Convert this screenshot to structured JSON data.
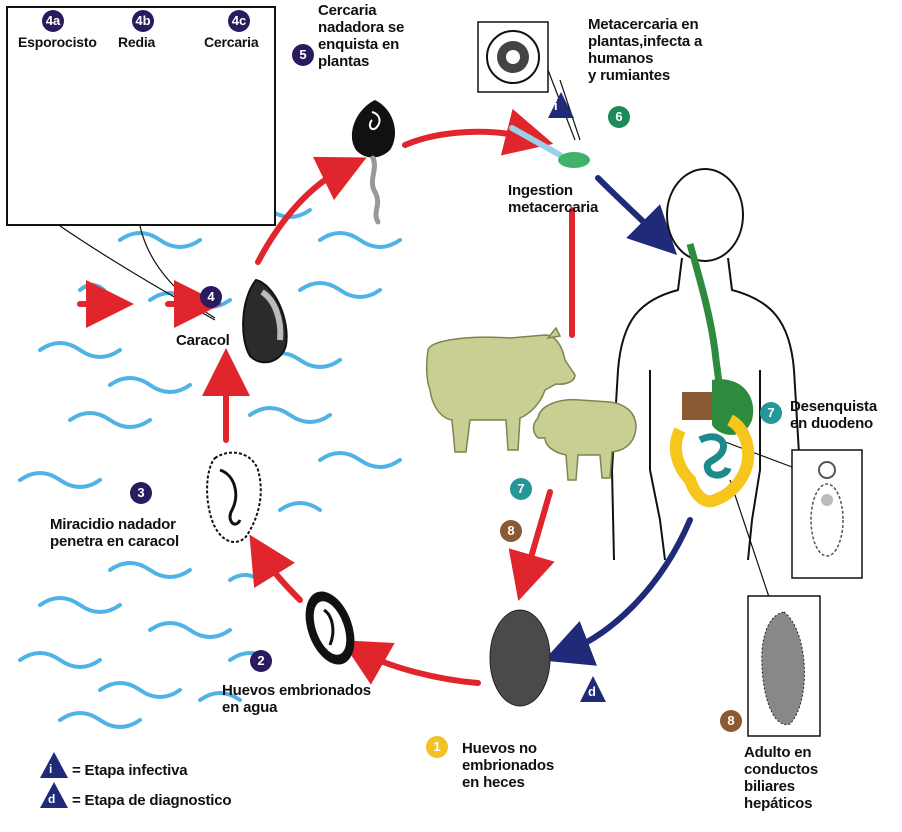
{
  "inset": {
    "stage_4a": {
      "badge": "4a",
      "label": "Esporocisto"
    },
    "stage_4b": {
      "badge": "4b",
      "label": "Redia"
    },
    "stage_4c": {
      "badge": "4c",
      "label": "Cercaria"
    }
  },
  "stages": {
    "s5": {
      "badge": "5",
      "lines": [
        "Cercaria",
        "nadadora se",
        "enquista en",
        "plantas"
      ]
    },
    "s6": {
      "badge": "6",
      "lines": [
        "Metacercaria en",
        "plantas,infecta a",
        "humanos",
        "y rumiantes"
      ]
    },
    "ingestion": {
      "lines": [
        "Ingestion",
        "metacercaria"
      ]
    },
    "s4": {
      "badge": "4",
      "label": "Caracol"
    },
    "s3": {
      "badge": "3",
      "lines": [
        "Miracidio nadador",
        "penetra en caracol"
      ]
    },
    "s2": {
      "badge": "2",
      "lines": [
        "Huevos embrionados",
        "en agua"
      ]
    },
    "s1": {
      "badge": "1",
      "lines": [
        "Huevos no",
        "embrionados",
        "en heces"
      ]
    },
    "s7_human": {
      "badge": "7",
      "lines": [
        "Desenquista",
        "en duodeno"
      ]
    },
    "s7_animal": {
      "badge": "7"
    },
    "s8_animal": {
      "badge": "8"
    },
    "s8_human": {
      "badge": "8",
      "lines": [
        "Adulto en",
        "conductos",
        "biliares",
        "hepáticos"
      ]
    },
    "diag_marker": {
      "letter": "d"
    },
    "infective_marker": {
      "letter": "i"
    }
  },
  "legend": {
    "infective": {
      "letter": "i",
      "label": "= Etapa infectiva"
    },
    "diagnostic": {
      "letter": "d",
      "label": "= Etapa de diagnostico"
    }
  },
  "colors": {
    "red_arrow": "#e0252c",
    "navy_arrow": "#1f2a78",
    "water": "#4fb3e6",
    "gut_green": "#2e8b3e",
    "intestine_yellow": "#f6c61c",
    "animal": "#c9cf92",
    "badge_navy": "#2a1a5e"
  }
}
